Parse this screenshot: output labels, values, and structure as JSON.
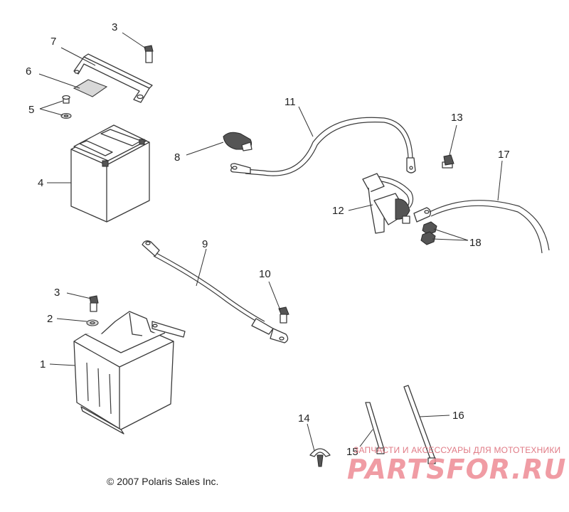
{
  "diagram": {
    "callouts": [
      {
        "id": "1",
        "label": "1"
      },
      {
        "id": "2",
        "label": "2"
      },
      {
        "id": "3a",
        "label": "3"
      },
      {
        "id": "3b",
        "label": "3"
      },
      {
        "id": "4",
        "label": "4"
      },
      {
        "id": "5",
        "label": "5"
      },
      {
        "id": "6",
        "label": "6"
      },
      {
        "id": "7",
        "label": "7"
      },
      {
        "id": "8",
        "label": "8"
      },
      {
        "id": "9",
        "label": "9"
      },
      {
        "id": "10",
        "label": "10"
      },
      {
        "id": "11",
        "label": "11"
      },
      {
        "id": "12",
        "label": "12"
      },
      {
        "id": "13",
        "label": "13"
      },
      {
        "id": "14",
        "label": "14"
      },
      {
        "id": "15",
        "label": "15"
      },
      {
        "id": "16",
        "label": "16"
      },
      {
        "id": "17",
        "label": "17"
      },
      {
        "id": "18",
        "label": "18"
      }
    ],
    "copyright": "© 2007 Polaris Sales Inc.",
    "watermark": {
      "tagline": "ЗАПЧАСТИ И АКСЕССУАРЫ ДЛЯ МОТОТЕХНИКИ",
      "logo": "PARTSFOR.RU",
      "color": "#ee8b95"
    }
  }
}
